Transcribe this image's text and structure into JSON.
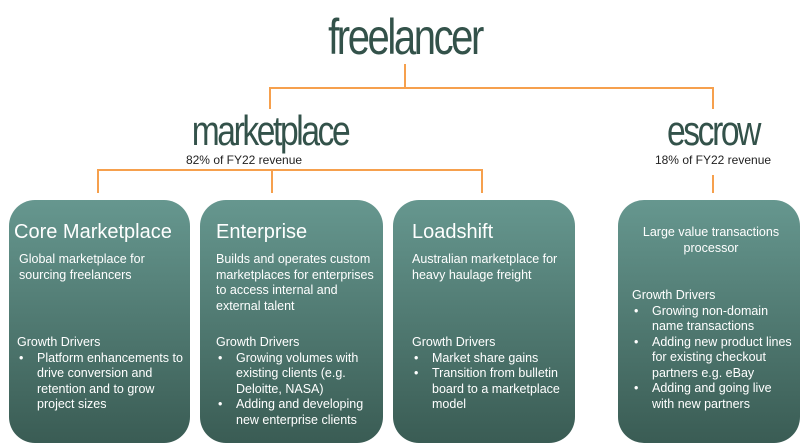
{
  "root": {
    "title": "freelancer"
  },
  "segments": [
    {
      "title": "marketplace",
      "revenue_share": "82% of FY22 revenue"
    },
    {
      "title": "escrow",
      "revenue_share": "18% of FY22 revenue"
    }
  ],
  "units": [
    {
      "title": "Core Marketplace",
      "description": "Global marketplace for sourcing freelancers",
      "drivers_label": "Growth Drivers",
      "drivers": [
        "Platform enhancements to drive conversion and retention and to grow project sizes"
      ]
    },
    {
      "title": "Enterprise",
      "description": "Builds and operates custom marketplaces for enterprises to access internal and external talent",
      "drivers_label": "Growth Drivers",
      "drivers": [
        "Growing volumes with existing clients (e.g. Deloitte, NASA)",
        "Adding and developing new enterprise clients"
      ]
    },
    {
      "title": "Loadshift",
      "description": "Australian marketplace for heavy haulage freight",
      "drivers_label": "Growth Drivers",
      "drivers": [
        "Market share gains",
        "Transition from bulletin board to a marketplace model"
      ]
    },
    {
      "description": "Large value transactions processor",
      "drivers_label": "Growth Drivers",
      "drivers": [
        "Growing non-domain name transactions",
        "Adding new product lines for existing checkout partners e.g. eBay",
        "Adding and going live with new partners"
      ]
    }
  ],
  "colors": {
    "connector": "#f6a04d",
    "logo": "#33524a",
    "box_top": "#66978f",
    "box_bottom": "#3a5c54"
  }
}
